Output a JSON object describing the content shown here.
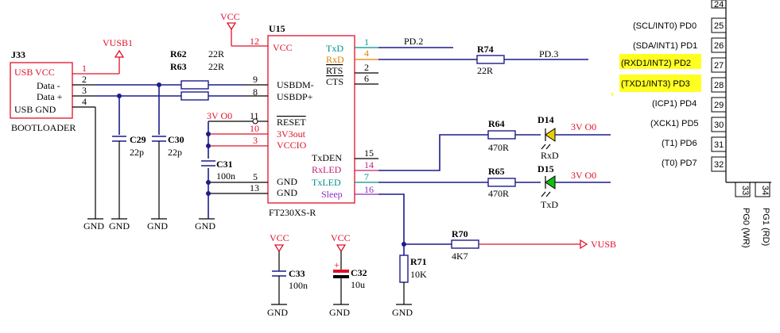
{
  "j33": {
    "ref": "J33",
    "name": "BOOTLOADER",
    "pins": [
      {
        "num": "1",
        "label": "USB VCC"
      },
      {
        "num": "2",
        "label": "Data -"
      },
      {
        "num": "3",
        "label": "Data +"
      },
      {
        "num": "4",
        "label": "USB GND"
      }
    ]
  },
  "power": {
    "vusb1": "VUSB1",
    "vcc": "VCC",
    "vusb": "VUSB",
    "gnd": "GND",
    "v3v_o0": "3V  O0"
  },
  "resistors": {
    "r62": {
      "ref": "R62",
      "value": "22R"
    },
    "r63": {
      "ref": "R63",
      "value": "22R"
    },
    "r74": {
      "ref": "R74",
      "value": "22R"
    },
    "r64": {
      "ref": "R64",
      "value": "470R"
    },
    "r65": {
      "ref": "R65",
      "value": "470R"
    },
    "r70": {
      "ref": "R70",
      "value": "4K7"
    },
    "r71": {
      "ref": "R71",
      "value": "10K"
    }
  },
  "capacitors": {
    "c29": {
      "ref": "C29",
      "value": "22p"
    },
    "c30": {
      "ref": "C30",
      "value": "22p"
    },
    "c31": {
      "ref": "C31",
      "value": "100n"
    },
    "c33": {
      "ref": "C33",
      "value": "100n"
    },
    "c32": {
      "ref": "C32",
      "value": "10u"
    }
  },
  "leds": {
    "d14": {
      "ref": "D14",
      "label": "RxD"
    },
    "d15": {
      "ref": "D15",
      "label": "TxD"
    }
  },
  "nets": {
    "pd2": "PD.2",
    "pd3": "PD.3"
  },
  "u15": {
    "ref": "U15",
    "part": "FT230XS-R",
    "left_pins": [
      {
        "num": "12",
        "name": "VCC"
      },
      {
        "num": "9",
        "name": "USBDM-"
      },
      {
        "num": "8",
        "name": "USBDP+"
      },
      {
        "num": "11",
        "name": "RESET"
      },
      {
        "num": "10",
        "name": "3V3out"
      },
      {
        "num": "3",
        "name": "VCCIO"
      },
      {
        "num": "5",
        "name": "GND"
      },
      {
        "num": "13",
        "name": "GND"
      }
    ],
    "right_pins": [
      {
        "num": "1",
        "name": "TxD"
      },
      {
        "num": "4",
        "name": "RxD"
      },
      {
        "num": "2",
        "name": "RTS"
      },
      {
        "num": "6",
        "name": "CTS"
      },
      {
        "num": "15",
        "name": "TxDEN"
      },
      {
        "num": "14",
        "name": "RxLED"
      },
      {
        "num": "7",
        "name": "TxLED"
      },
      {
        "num": "16",
        "name": "Sleep"
      }
    ]
  },
  "mcu_pins": [
    {
      "label": "(SCL/INT0) PD0",
      "num": "25",
      "highlight": false
    },
    {
      "label": "(SDA/INT1) PD1",
      "num": "26",
      "highlight": false
    },
    {
      "label": "(RXD1/INT2) PD2",
      "num": "27",
      "highlight": true
    },
    {
      "label": "(TXD1/INT3) PD3",
      "num": "28",
      "highlight": true
    },
    {
      "label": "(ICP1) PD4",
      "num": "29",
      "highlight": false
    },
    {
      "label": "(XCK1) PD5",
      "num": "30",
      "highlight": false
    },
    {
      "label": "(T1) PD6",
      "num": "31",
      "highlight": false
    },
    {
      "label": "(T0) PD7",
      "num": "32",
      "highlight": false
    }
  ],
  "mcu_bottom_pins": [
    {
      "num": "33",
      "label": "PG0 (WR)"
    },
    {
      "num": "34",
      "label": "PG1 (RD)"
    }
  ],
  "mcu_top_partial": "24",
  "colors": {
    "wire": "#1c1c8c",
    "red": "#e0102a",
    "teal": "#00908c",
    "orange": "#e08000",
    "magenta": "#c0207a",
    "purple": "#8a2cc0",
    "highlight": "#ffff22",
    "led_yellow": "#e8d000",
    "led_green": "#10c010",
    "cap_c32": "#e0102a"
  }
}
